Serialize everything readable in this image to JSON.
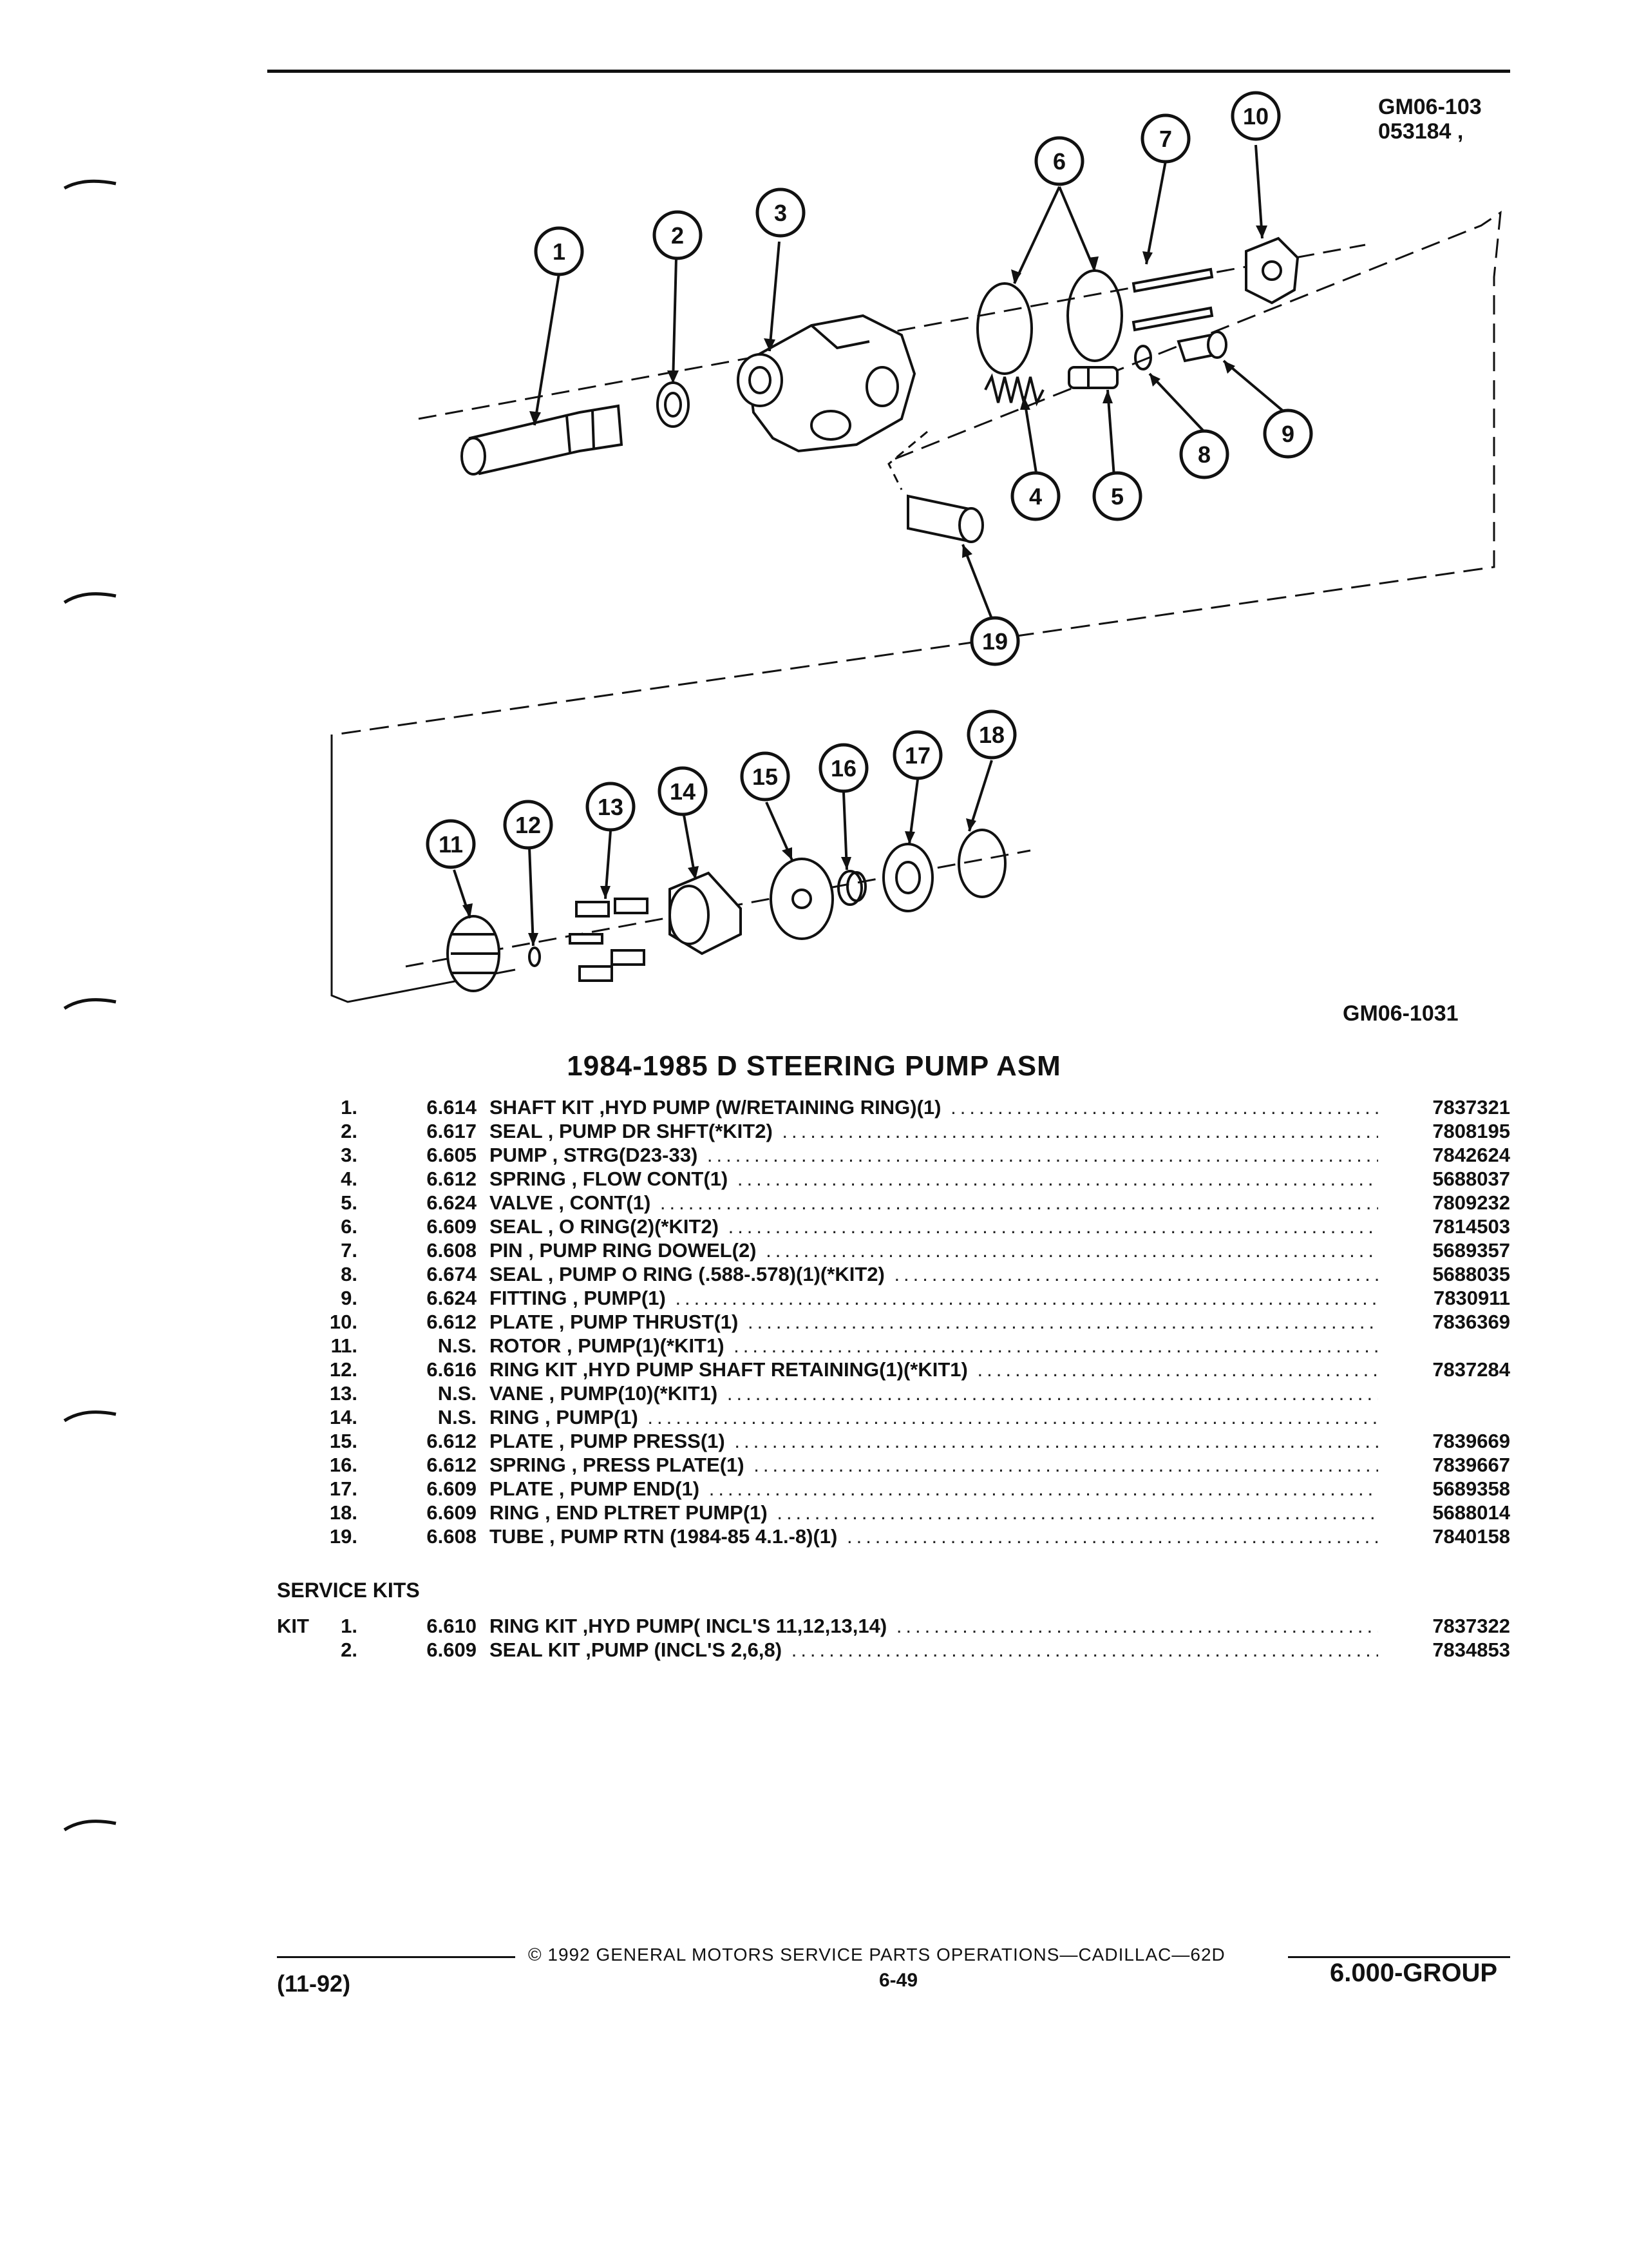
{
  "header": {
    "drawing_id_1": "GM06-103",
    "drawing_id_2": "053184 ,"
  },
  "diagram": {
    "lower_id": "GM06-1031",
    "callouts": [
      "1",
      "2",
      "3",
      "4",
      "5",
      "6",
      "7",
      "8",
      "9",
      "10",
      "11",
      "12",
      "13",
      "14",
      "15",
      "16",
      "17",
      "18",
      "19"
    ]
  },
  "title": "1984-1985 D STEERING PUMP ASM",
  "parts": [
    {
      "num": "1.",
      "group": "6.614",
      "desc": "SHAFT KIT ,HYD PUMP (W/RETAINING RING)(1)",
      "part": "7837321"
    },
    {
      "num": "2.",
      "group": "6.617",
      "desc": "SEAL , PUMP DR SHFT(*KIT2)",
      "part": "7808195"
    },
    {
      "num": "3.",
      "group": "6.605",
      "desc": "PUMP , STRG(D23-33)",
      "part": "7842624"
    },
    {
      "num": "4.",
      "group": "6.612",
      "desc": "SPRING , FLOW CONT(1)",
      "part": "5688037"
    },
    {
      "num": "5.",
      "group": "6.624",
      "desc": "VALVE , CONT(1)",
      "part": "7809232"
    },
    {
      "num": "6.",
      "group": "6.609",
      "desc": "SEAL , O RING(2)(*KIT2)",
      "part": "7814503"
    },
    {
      "num": "7.",
      "group": "6.608",
      "desc": "PIN , PUMP RING DOWEL(2)",
      "part": "5689357"
    },
    {
      "num": "8.",
      "group": "6.674",
      "desc": "SEAL , PUMP O RING (.588-.578)(1)(*KIT2)",
      "part": "5688035"
    },
    {
      "num": "9.",
      "group": "6.624",
      "desc": "FITTING , PUMP(1)",
      "part": "7830911"
    },
    {
      "num": "10.",
      "group": "6.612",
      "desc": "PLATE , PUMP THRUST(1)",
      "part": "7836369"
    },
    {
      "num": "11.",
      "group": "N.S.",
      "desc": "ROTOR , PUMP(1)(*KIT1)",
      "part": ""
    },
    {
      "num": "12.",
      "group": "6.616",
      "desc": "RING KIT ,HYD PUMP SHAFT RETAINING(1)(*KIT1)",
      "part": "7837284"
    },
    {
      "num": "13.",
      "group": "N.S.",
      "desc": "VANE , PUMP(10)(*KIT1)",
      "part": ""
    },
    {
      "num": "14.",
      "group": "N.S.",
      "desc": "RING , PUMP(1)",
      "part": ""
    },
    {
      "num": "15.",
      "group": "6.612",
      "desc": "PLATE , PUMP PRESS(1)",
      "part": "7839669"
    },
    {
      "num": "16.",
      "group": "6.612",
      "desc": "SPRING , PRESS PLATE(1)",
      "part": "7839667"
    },
    {
      "num": "17.",
      "group": "6.609",
      "desc": "PLATE , PUMP END(1)",
      "part": "5689358"
    },
    {
      "num": "18.",
      "group": "6.609",
      "desc": "RING , END PLTRET PUMP(1)",
      "part": "5688014"
    },
    {
      "num": "19.",
      "group": "6.608",
      "desc": "TUBE , PUMP RTN (1984-85 4.1.-8)(1)",
      "part": "7840158"
    }
  ],
  "service_kits": {
    "heading": "SERVICE KITS",
    "kit_label": "KIT",
    "items": [
      {
        "num": "1.",
        "group": "6.610",
        "desc": "RING KIT ,HYD PUMP( INCL'S 11,12,13,14)",
        "part": "7837322"
      },
      {
        "num": "2.",
        "group": "6.609",
        "desc": "SEAL KIT ,PUMP (INCL'S 2,6,8)",
        "part": "7834853"
      }
    ]
  },
  "footer": {
    "copyright": "© 1992 GENERAL MOTORS SERVICE PARTS OPERATIONS—CADILLAC—62D",
    "page": "6-49",
    "date": "(11-92)",
    "group": "6.000-GROUP"
  }
}
